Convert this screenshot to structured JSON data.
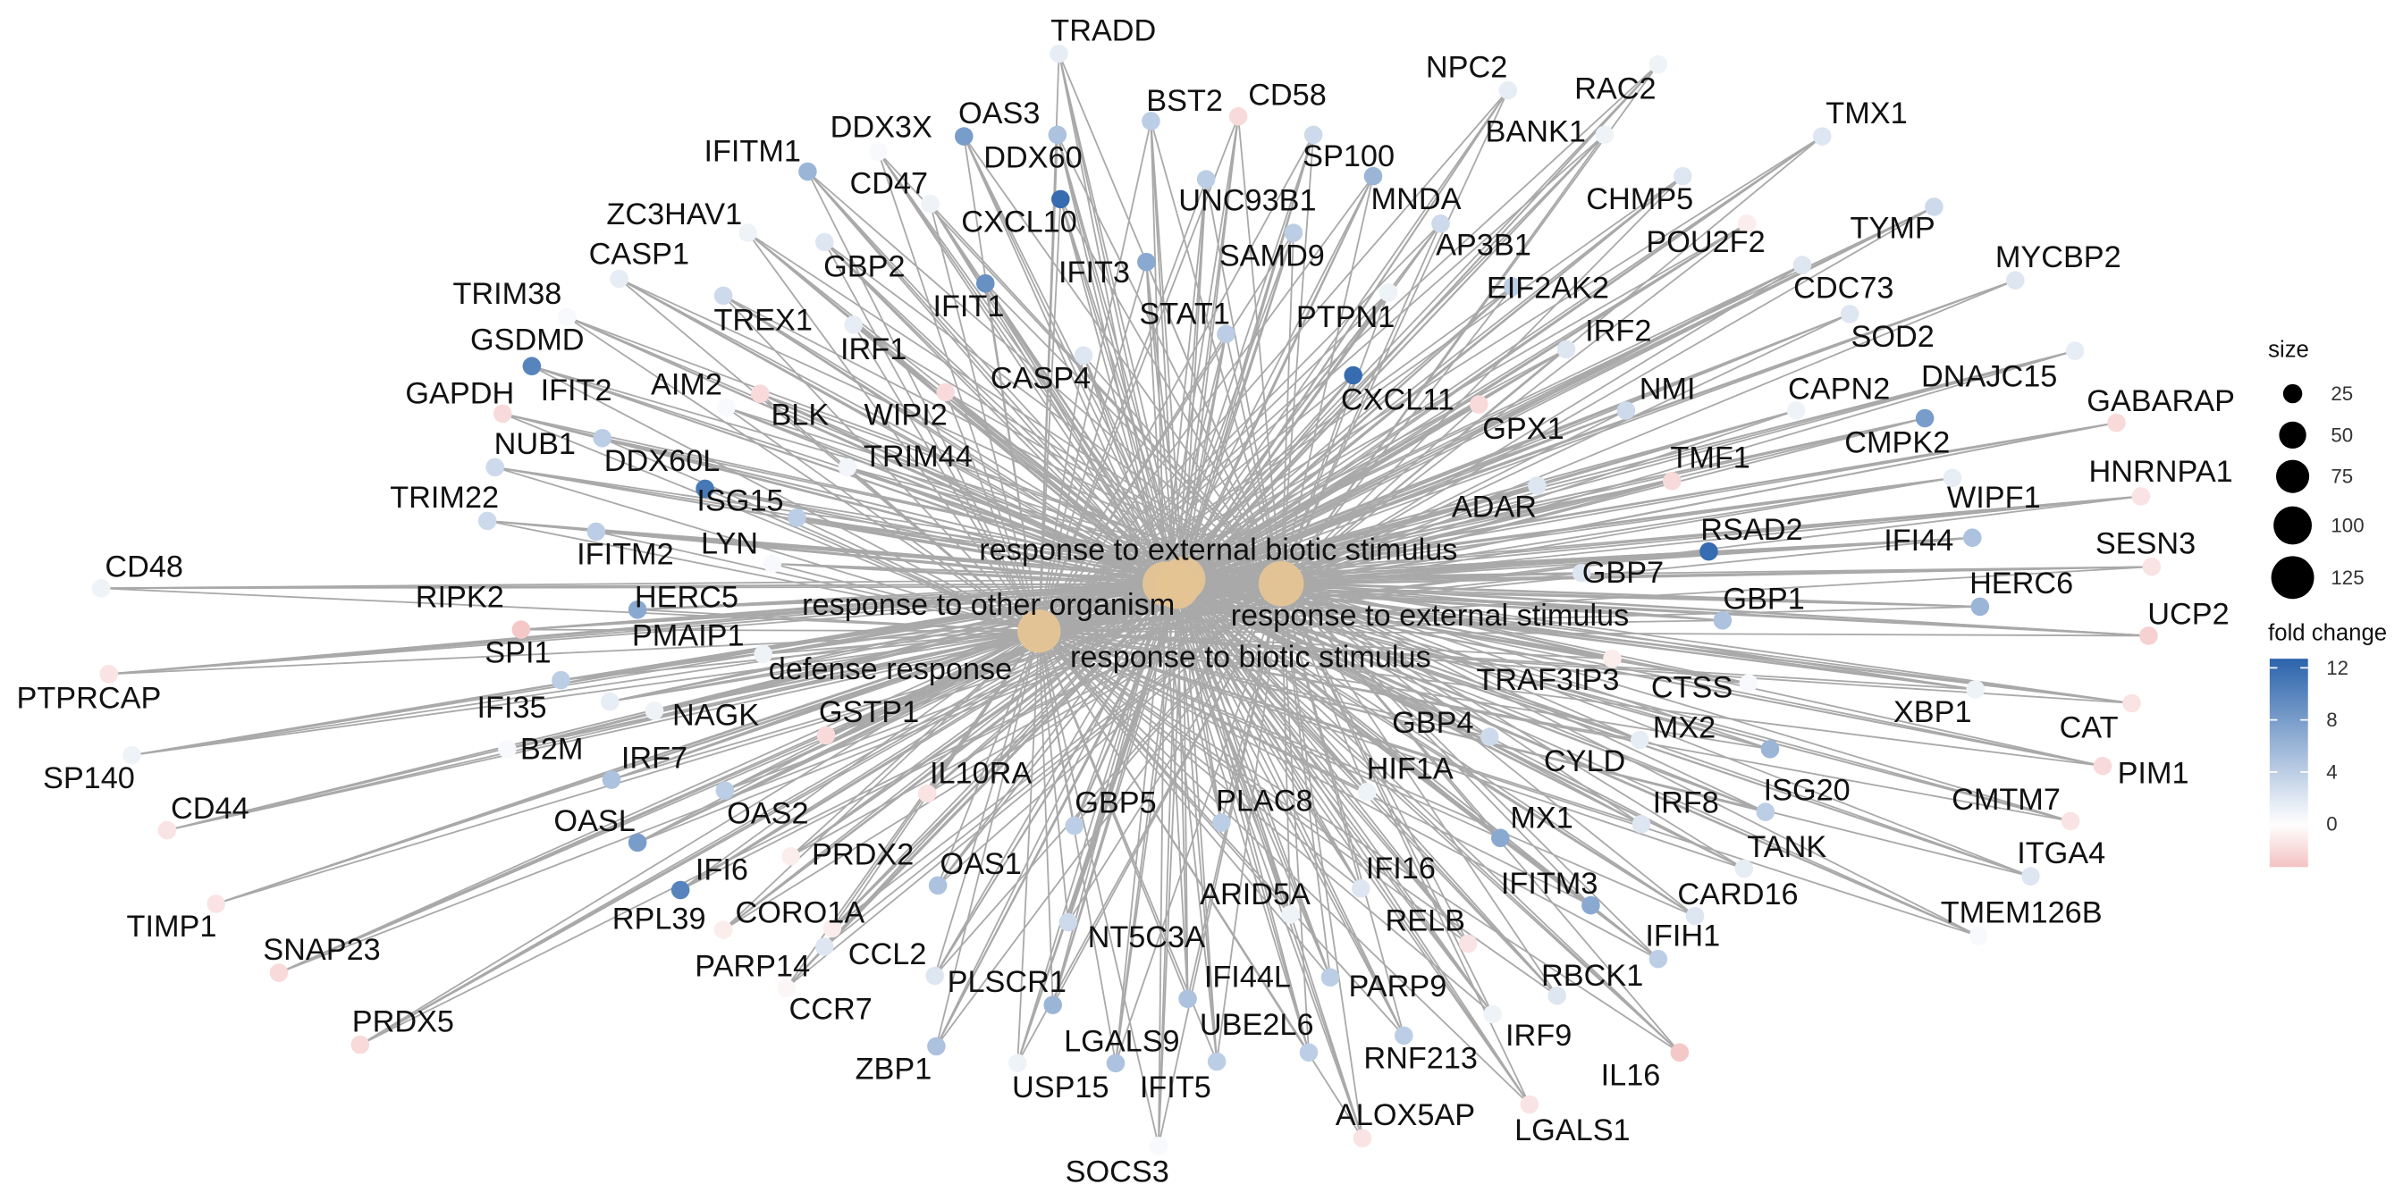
{
  "categories": [
    {
      "label": "response to external biotic stimulus",
      "size": 136
    },
    {
      "label": "response to other organism",
      "size": 134
    },
    {
      "label": "response to external stimulus",
      "size": 140
    },
    {
      "label": "defense response",
      "size": 128
    },
    {
      "label": "response to biotic stimulus",
      "size": 134
    }
  ],
  "genes": [
    {
      "label": "TRADD",
      "fold_change": 1.5
    },
    {
      "label": "BST2",
      "fold_change": 4
    },
    {
      "label": "CD58",
      "fold_change": -2
    },
    {
      "label": "OAS3",
      "fold_change": 8
    },
    {
      "label": "DDX3X",
      "fold_change": 0.5
    },
    {
      "label": "DDX60",
      "fold_change": 5
    },
    {
      "label": "NPC2",
      "fold_change": 1.5
    },
    {
      "label": "RAC2",
      "fold_change": 1
    },
    {
      "label": "BANK1",
      "fold_change": 1
    },
    {
      "label": "TMX1",
      "fold_change": 2
    },
    {
      "label": "SP100",
      "fold_change": 3
    },
    {
      "label": "MNDA",
      "fold_change": 6
    },
    {
      "label": "UNC93B1",
      "fold_change": 4
    },
    {
      "label": "IFITM1",
      "fold_change": 6
    },
    {
      "label": "CD47",
      "fold_change": 1
    },
    {
      "label": "CXCL10",
      "fold_change": 12
    },
    {
      "label": "CHMP5",
      "fold_change": 2
    },
    {
      "label": "AP3B1",
      "fold_change": 3
    },
    {
      "label": "SAMD9",
      "fold_change": 4
    },
    {
      "label": "POU2F2",
      "fold_change": -1
    },
    {
      "label": "TYMP",
      "fold_change": 3
    },
    {
      "label": "ZC3HAV1",
      "fold_change": 1
    },
    {
      "label": "GBP2",
      "fold_change": 2
    },
    {
      "label": "IFIT3",
      "fold_change": 7
    },
    {
      "label": "CASP1",
      "fold_change": 1.5
    },
    {
      "label": "STAT1",
      "fold_change": 4
    },
    {
      "label": "IFIT1",
      "fold_change": 9
    },
    {
      "label": "MYCBP2",
      "fold_change": 2
    },
    {
      "label": "CDC73",
      "fold_change": 2
    },
    {
      "label": "EIF2AK2",
      "fold_change": 4
    },
    {
      "label": "PTPN1",
      "fold_change": 1
    },
    {
      "label": "TRIM38",
      "fold_change": 0.5
    },
    {
      "label": "TREX1",
      "fold_change": 3
    },
    {
      "label": "IRF2",
      "fold_change": 2
    },
    {
      "label": "SOD2",
      "fold_change": 2
    },
    {
      "label": "IRF1",
      "fold_change": 1.5
    },
    {
      "label": "GSDMD",
      "fold_change": 10
    },
    {
      "label": "CXCL11",
      "fold_change": 12
    },
    {
      "label": "CASP4",
      "fold_change": 2
    },
    {
      "label": "DNAJC15",
      "fold_change": 1.5
    },
    {
      "label": "NMI",
      "fold_change": 3
    },
    {
      "label": "CAPN2",
      "fold_change": 1
    },
    {
      "label": "GAPDH",
      "fold_change": -2
    },
    {
      "label": "IFIT2",
      "fold_change": 4
    },
    {
      "label": "AIM2",
      "fold_change": 0.5
    },
    {
      "label": "BLK",
      "fold_change": -2
    },
    {
      "label": "WIPI2",
      "fold_change": -2
    },
    {
      "label": "GABARAP",
      "fold_change": -2
    },
    {
      "label": "GPX1",
      "fold_change": -2
    },
    {
      "label": "CMPK2",
      "fold_change": 8
    },
    {
      "label": "NUB1",
      "fold_change": 3
    },
    {
      "label": "DDX60L",
      "fold_change": 11
    },
    {
      "label": "TRIM44",
      "fold_change": 0.8
    },
    {
      "label": "TMF1",
      "fold_change": -2
    },
    {
      "label": "HNRNPA1",
      "fold_change": -1.5
    },
    {
      "label": "WIPF1",
      "fold_change": 1.5
    },
    {
      "label": "ISG15",
      "fold_change": 4
    },
    {
      "label": "TRIM22",
      "fold_change": 3
    },
    {
      "label": "ADAR",
      "fold_change": 2
    },
    {
      "label": "IFITM2",
      "fold_change": 4
    },
    {
      "label": "LYN",
      "fold_change": 0.5
    },
    {
      "label": "RSAD2",
      "fold_change": 12
    },
    {
      "label": "IFI44",
      "fold_change": 5
    },
    {
      "label": "SESN3",
      "fold_change": -1.5
    },
    {
      "label": "CD48",
      "fold_change": 1
    },
    {
      "label": "RIPK2",
      "fold_change": -3
    },
    {
      "label": "HERC5",
      "fold_change": 7
    },
    {
      "label": "GBP7",
      "fold_change": 2
    },
    {
      "label": "HERC6",
      "fold_change": 6
    },
    {
      "label": "GBP1",
      "fold_change": 5
    },
    {
      "label": "UCP2",
      "fold_change": -2.5
    },
    {
      "label": "PMAIP1",
      "fold_change": 1
    },
    {
      "label": "SPI1",
      "fold_change": 4
    },
    {
      "label": "PTPRCAP",
      "fold_change": -1.5
    },
    {
      "label": "TRAF3IP3",
      "fold_change": -1
    },
    {
      "label": "CTSS",
      "fold_change": 0.5
    },
    {
      "label": "XBP1",
      "fold_change": 1
    },
    {
      "label": "CAT",
      "fold_change": -1.5
    },
    {
      "label": "IFI35",
      "fold_change": 1.5
    },
    {
      "label": "NAGK",
      "fold_change": 1
    },
    {
      "label": "GSTP1",
      "fold_change": -2
    },
    {
      "label": "GBP4",
      "fold_change": 3
    },
    {
      "label": "MX2",
      "fold_change": 6
    },
    {
      "label": "B2M",
      "fold_change": 0.5
    },
    {
      "label": "CYLD",
      "fold_change": 1.5
    },
    {
      "label": "PIM1",
      "fold_change": -2
    },
    {
      "label": "SP140",
      "fold_change": 1
    },
    {
      "label": "IRF7",
      "fold_change": 5
    },
    {
      "label": "HIF1A",
      "fold_change": 1
    },
    {
      "label": "IL10RA",
      "fold_change": -1.5
    },
    {
      "label": "OAS2",
      "fold_change": 4
    },
    {
      "label": "CMTM7",
      "fold_change": -1.5
    },
    {
      "label": "ISG20",
      "fold_change": 4
    },
    {
      "label": "IRF8",
      "fold_change": 2
    },
    {
      "label": "CD44",
      "fold_change": -1.5
    },
    {
      "label": "OASL",
      "fold_change": 8
    },
    {
      "label": "GBP5",
      "fold_change": 4
    },
    {
      "label": "PLAC8",
      "fold_change": 4
    },
    {
      "label": "MX1",
      "fold_change": 7
    },
    {
      "label": "PRDX2",
      "fold_change": -1
    },
    {
      "label": "TANK",
      "fold_change": 1.5
    },
    {
      "label": "IFI6",
      "fold_change": 10
    },
    {
      "label": "OAS1",
      "fold_change": 5
    },
    {
      "label": "ITGA4",
      "fold_change": 2
    },
    {
      "label": "IFI16",
      "fold_change": 2
    },
    {
      "label": "RPL39",
      "fold_change": -1
    },
    {
      "label": "CORO1A",
      "fold_change": -1
    },
    {
      "label": "ARID5A",
      "fold_change": 1
    },
    {
      "label": "IFITM3",
      "fold_change": 7
    },
    {
      "label": "CARD16",
      "fold_change": 2
    },
    {
      "label": "TIMP1",
      "fold_change": -1.5
    },
    {
      "label": "TMEM126B",
      "fold_change": 0.5
    },
    {
      "label": "PARP14",
      "fold_change": 2
    },
    {
      "label": "CCR7",
      "fold_change": -0.5
    },
    {
      "label": "CCL2",
      "fold_change": 2
    },
    {
      "label": "NT5C3A",
      "fold_change": 3
    },
    {
      "label": "RELB",
      "fold_change": -1.5
    },
    {
      "label": "IFIH1",
      "fold_change": 4
    },
    {
      "label": "SNAP23",
      "fold_change": -2
    },
    {
      "label": "PLSCR1",
      "fold_change": 6
    },
    {
      "label": "IFI44L",
      "fold_change": 5
    },
    {
      "label": "PARP9",
      "fold_change": 4
    },
    {
      "label": "RBCK1",
      "fold_change": 2
    },
    {
      "label": "PRDX5",
      "fold_change": -2
    },
    {
      "label": "UBE2L6",
      "fold_change": 4
    },
    {
      "label": "IRF9",
      "fold_change": 1
    },
    {
      "label": "ZBP1",
      "fold_change": 5
    },
    {
      "label": "LGALS9",
      "fold_change": 5
    },
    {
      "label": "RNF213",
      "fold_change": 4
    },
    {
      "label": "IL16",
      "fold_change": -3
    },
    {
      "label": "USP15",
      "fold_change": 1
    },
    {
      "label": "IFIT5",
      "fold_change": 4
    },
    {
      "label": "ALOX5AP",
      "fold_change": -1.5
    },
    {
      "label": "LGALS1",
      "fold_change": -1.5
    },
    {
      "label": "SOCS3",
      "fold_change": 0.5
    }
  ],
  "legend": {
    "size_title": "size",
    "size_entries": [
      {
        "label": "25",
        "value": 25
      },
      {
        "label": "50",
        "value": 50
      },
      {
        "label": "75",
        "value": 75
      },
      {
        "label": "100",
        "value": 100
      },
      {
        "label": "125",
        "value": 125
      }
    ],
    "color_title": "fold change",
    "color_ticks": [
      {
        "label": "12",
        "value": 12
      },
      {
        "label": "8",
        "value": 8
      },
      {
        "label": "4",
        "value": 4
      },
      {
        "label": "0",
        "value": 0
      }
    ],
    "color_range": [
      -3.3,
      12.7
    ],
    "colors": {
      "high": "#2B63AB",
      "mid": "#FFFFFF",
      "low": "#F4C2C2",
      "category": "#E5C494",
      "edge": "#A9A9A9",
      "size_key": "#000000"
    }
  }
}
